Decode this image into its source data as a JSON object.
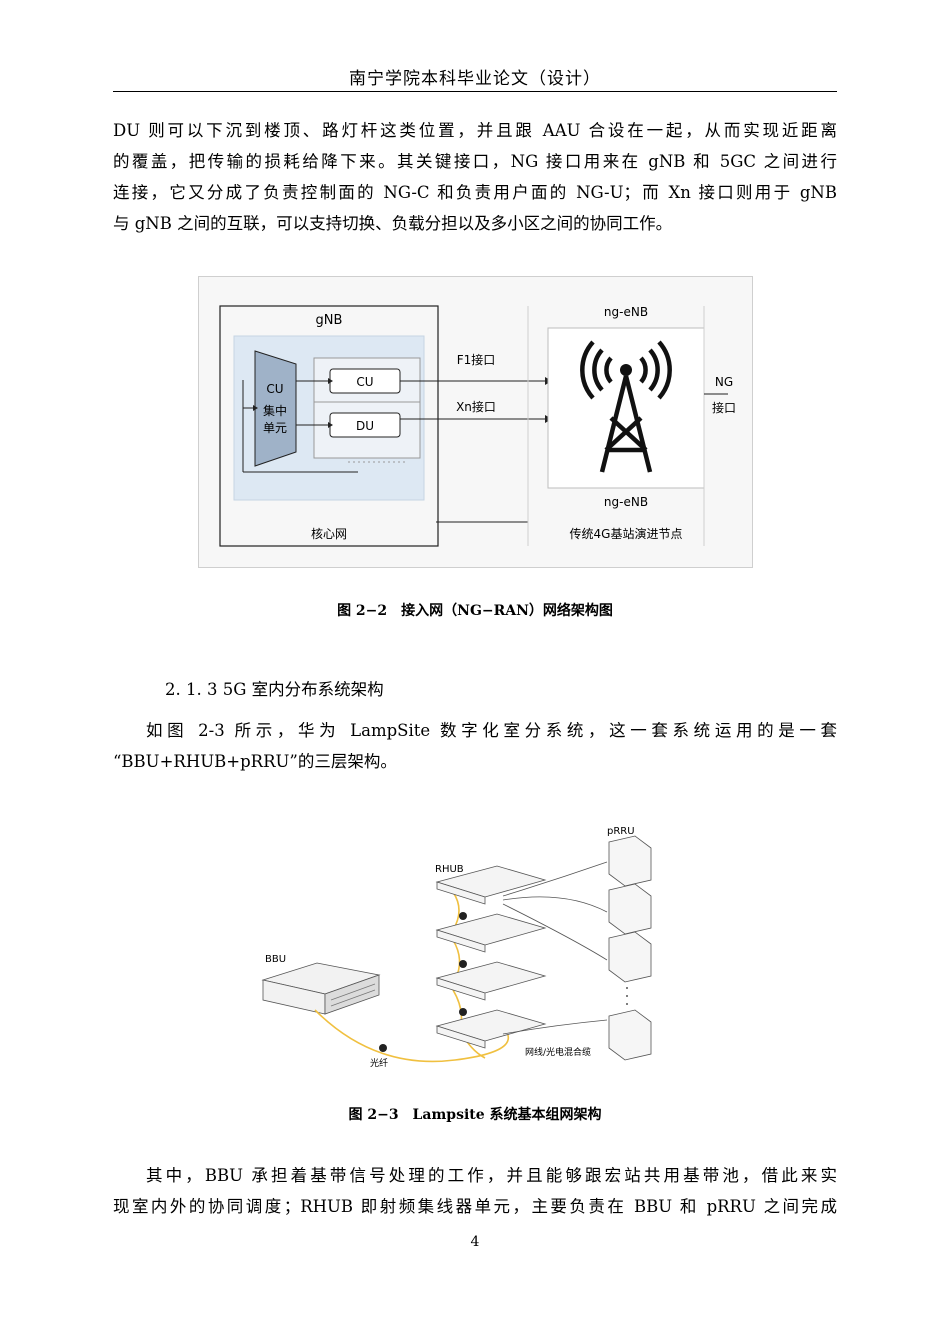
{
  "header": {
    "title": "南宁学院本科毕业论文（设计）"
  },
  "paragraph1": {
    "lines": [
      "DU 则可以下沉到楼顶、路灯杆这类位置，并且跟 AAU 合设在一起，从而实现近距离",
      "的覆盖，把传输的损耗给降下来。其关键接口，NG 接口用来在 gNB 和 5GC 之间进行",
      "连接，它又分成了负责控制面的 NG-C 和负责用户面的 NG-U；而 Xn 接口则用于 gNB",
      "与 gNB 之间的互联，可以支持切换、负载分担以及多小区之间的协同工作。"
    ]
  },
  "figure1": {
    "gnb_label": "gNB",
    "cu_label": "CU",
    "cu_unit_line1": "集中",
    "cu_unit_line2": "单元",
    "cu_box": "CU",
    "du_box": "DU",
    "core_label": "核心网",
    "f1_label": "F1接口",
    "xn_label": "Xn接口",
    "ngenb_top": "ng-eNB",
    "ngenb_bottom": "ng-eNB",
    "evolve_label": "传统4G基站演进节点",
    "ng_line1": "NG",
    "ng_line2": "接口",
    "caption": "图 2−2　接入网（NG−RAN）网络架构图"
  },
  "section": {
    "heading": "2. 1. 3  5G  室内分布系统架构"
  },
  "paragraph2": {
    "lines": [
      "如图 2-3 所示，华为 LampSite 数字化室分系统，这一套系统运用的是一套",
      "“BBU+RHUB+pRRU”的三层架构。"
    ]
  },
  "figure2": {
    "bbu_label": "BBU",
    "rhub_label": "RHUB",
    "prru_label": "pRRU",
    "fiber_label": "光纤",
    "cable_label": "网线/光电混合缆",
    "caption": "图 2−3　Lampsite 系统基本组网架构"
  },
  "paragraph3": {
    "lines": [
      "其中，BBU 承担着基带信号处理的工作，并且能够跟宏站共用基带池，借此来实",
      "现室内外的协同调度；RHUB 即射频集线器单元，主要负责在 BBU 和 pRRU 之间完成"
    ]
  },
  "footer": {
    "page_number": "4"
  }
}
